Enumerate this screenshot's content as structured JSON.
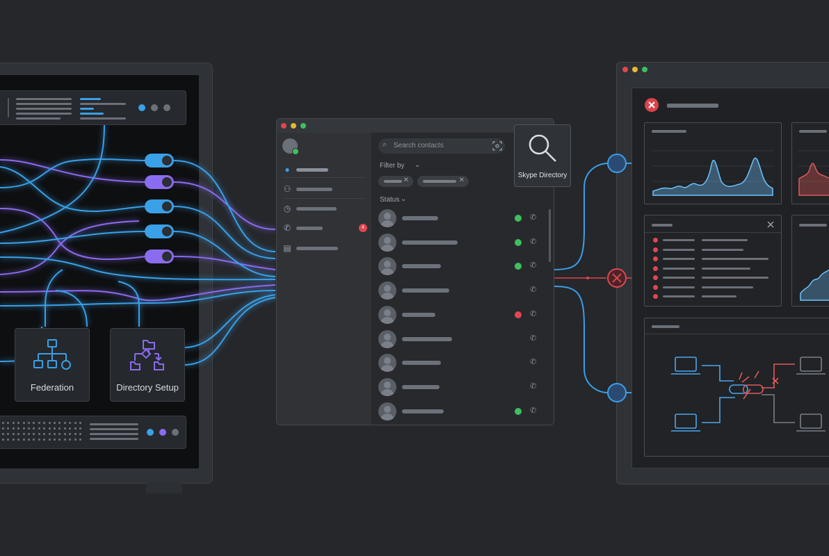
{
  "tiles": {
    "federation": "Federation",
    "directory_setup": "Directory Setup"
  },
  "skype": {
    "search_placeholder": "Search contacts",
    "filter_label": "Filter by",
    "status_label": "Status",
    "calls_badge": "4"
  },
  "directory_popup": {
    "label": "Skype Directory"
  },
  "colors": {
    "blue_wire": "#3aa0e8",
    "purple_wire": "#8a6cf0",
    "error_red": "#e0474f",
    "online_green": "#3fbf5f",
    "chart_blue": "#6cc3ff",
    "chart_red": "#e05a5a"
  },
  "contact_statuses": [
    "online",
    "online",
    "online",
    "none",
    "busy",
    "none",
    "none",
    "none",
    "online"
  ]
}
